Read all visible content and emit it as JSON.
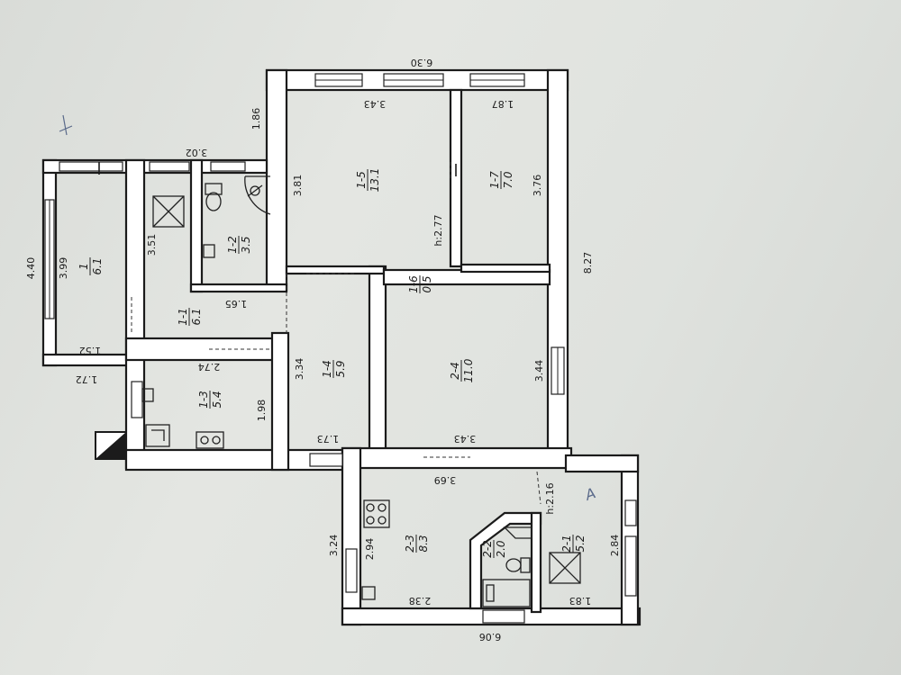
{
  "rooms": [
    {
      "id": "1",
      "area": "6.1"
    },
    {
      "id": "1-1",
      "area": "6.1"
    },
    {
      "id": "1-2",
      "area": "3.5"
    },
    {
      "id": "1-3",
      "area": "5.4"
    },
    {
      "id": "1-4",
      "area": "5.9"
    },
    {
      "id": "1-5",
      "area": "13.1"
    },
    {
      "id": "1-6",
      "area": "0.5"
    },
    {
      "id": "1-7",
      "area": "7.0"
    },
    {
      "id": "2-1",
      "area": "5.2"
    },
    {
      "id": "2-2",
      "area": "2.0"
    },
    {
      "id": "2-3",
      "area": "8.3"
    },
    {
      "id": "2-4",
      "area": "11.0"
    }
  ],
  "heights": {
    "upper": "h:2.77",
    "lower": "h:2.16"
  },
  "dimensions": {
    "top_total": "6.30",
    "r15_width": "3.43",
    "r17_width": "1.87",
    "offset_186": "1.86",
    "r15_height": "3.81",
    "r17_height": "3.76",
    "right_total": "8.27",
    "veranda_top": "3.02",
    "veranda_outer": "4.40",
    "veranda_inner": "3.99",
    "r1_bottom": "1.52",
    "r1_outer_bottom": "1.72",
    "r11_height": "3.51",
    "r12_width": "1.65",
    "r13_width": "2.74",
    "r14_height": "3.34",
    "r13_height": "1.98",
    "r14_width": "1.73",
    "r24_width": "3.43",
    "r24_height": "3.44",
    "r23_width": "3.69",
    "lower_left_outer": "3.24",
    "r23_height": "2.94",
    "r23_bottom": "2.38",
    "r21_height": "2.84",
    "r21_width": "1.83",
    "lower_total": "6.06"
  },
  "annotations": {
    "mark_a": "A"
  }
}
